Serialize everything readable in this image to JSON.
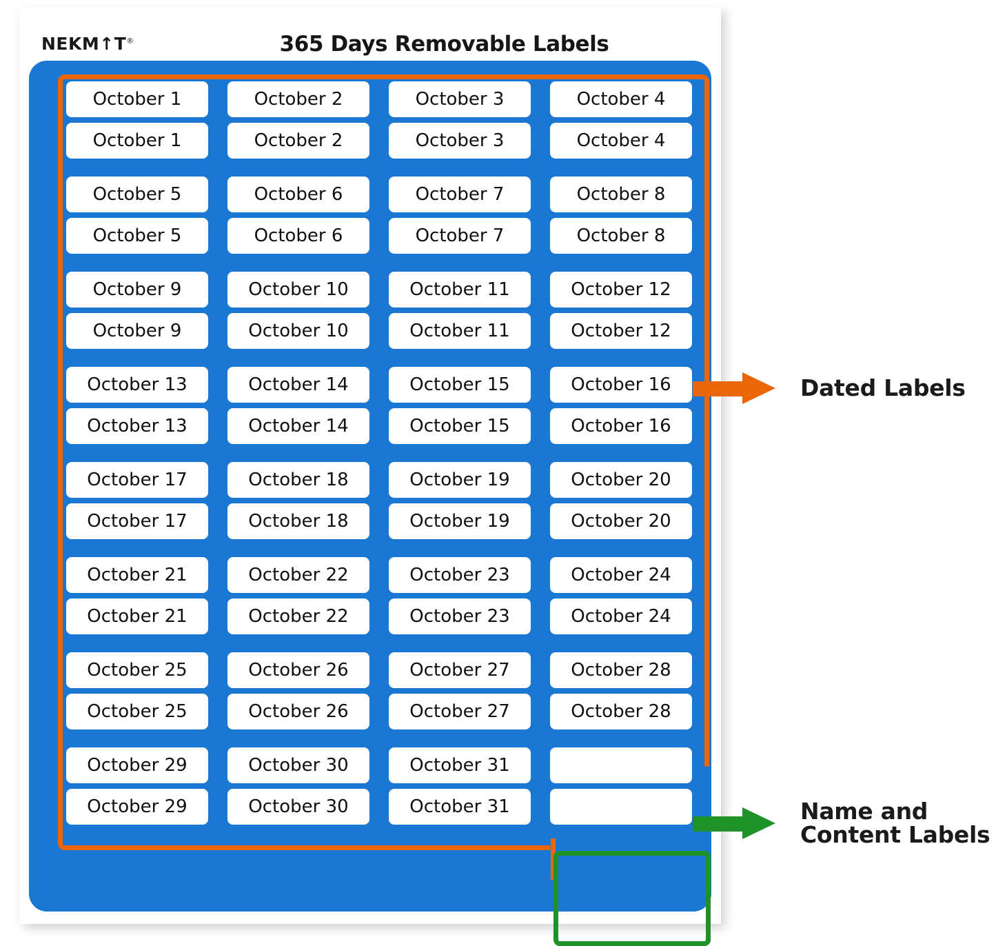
{
  "header": {
    "brand": "NEKM↑T",
    "brand_registered": "®",
    "title": "365 Days Removable Labels"
  },
  "colors": {
    "sheet_blue": "#1a77d2",
    "dated_outline_orange": "#eb6608",
    "name_outline_green": "#1e9129",
    "label_white": "#ffffff",
    "text_black": "#101010",
    "page_white": "#ffffff"
  },
  "sheet": {
    "columns": 4,
    "pairs_per_date": 2,
    "month": "October",
    "row_pairs": [
      {
        "labels": [
          "October 1",
          "October 2",
          "October 3",
          "October 4"
        ]
      },
      {
        "labels": [
          "October 5",
          "October 6",
          "October 7",
          "October 8"
        ]
      },
      {
        "labels": [
          "October 9",
          "October 10",
          "October 11",
          "October 12"
        ]
      },
      {
        "labels": [
          "October 13",
          "October 14",
          "October 15",
          "October 16"
        ]
      },
      {
        "labels": [
          "October 17",
          "October 18",
          "October 19",
          "October 20"
        ]
      },
      {
        "labels": [
          "October 21",
          "October 22",
          "October 23",
          "October 24"
        ]
      },
      {
        "labels": [
          "October 25",
          "October 26",
          "October 27",
          "October 28"
        ]
      },
      {
        "labels": [
          "October 29",
          "October 30",
          "October 31",
          ""
        ]
      }
    ]
  },
  "annotations": {
    "dated": {
      "icon": "arrow-right-icon",
      "color": "#eb6608",
      "text": "Dated Labels"
    },
    "name_content": {
      "icon": "arrow-right-icon",
      "color": "#1e9129",
      "line1": "Name and",
      "line2": "Content Labels"
    }
  }
}
